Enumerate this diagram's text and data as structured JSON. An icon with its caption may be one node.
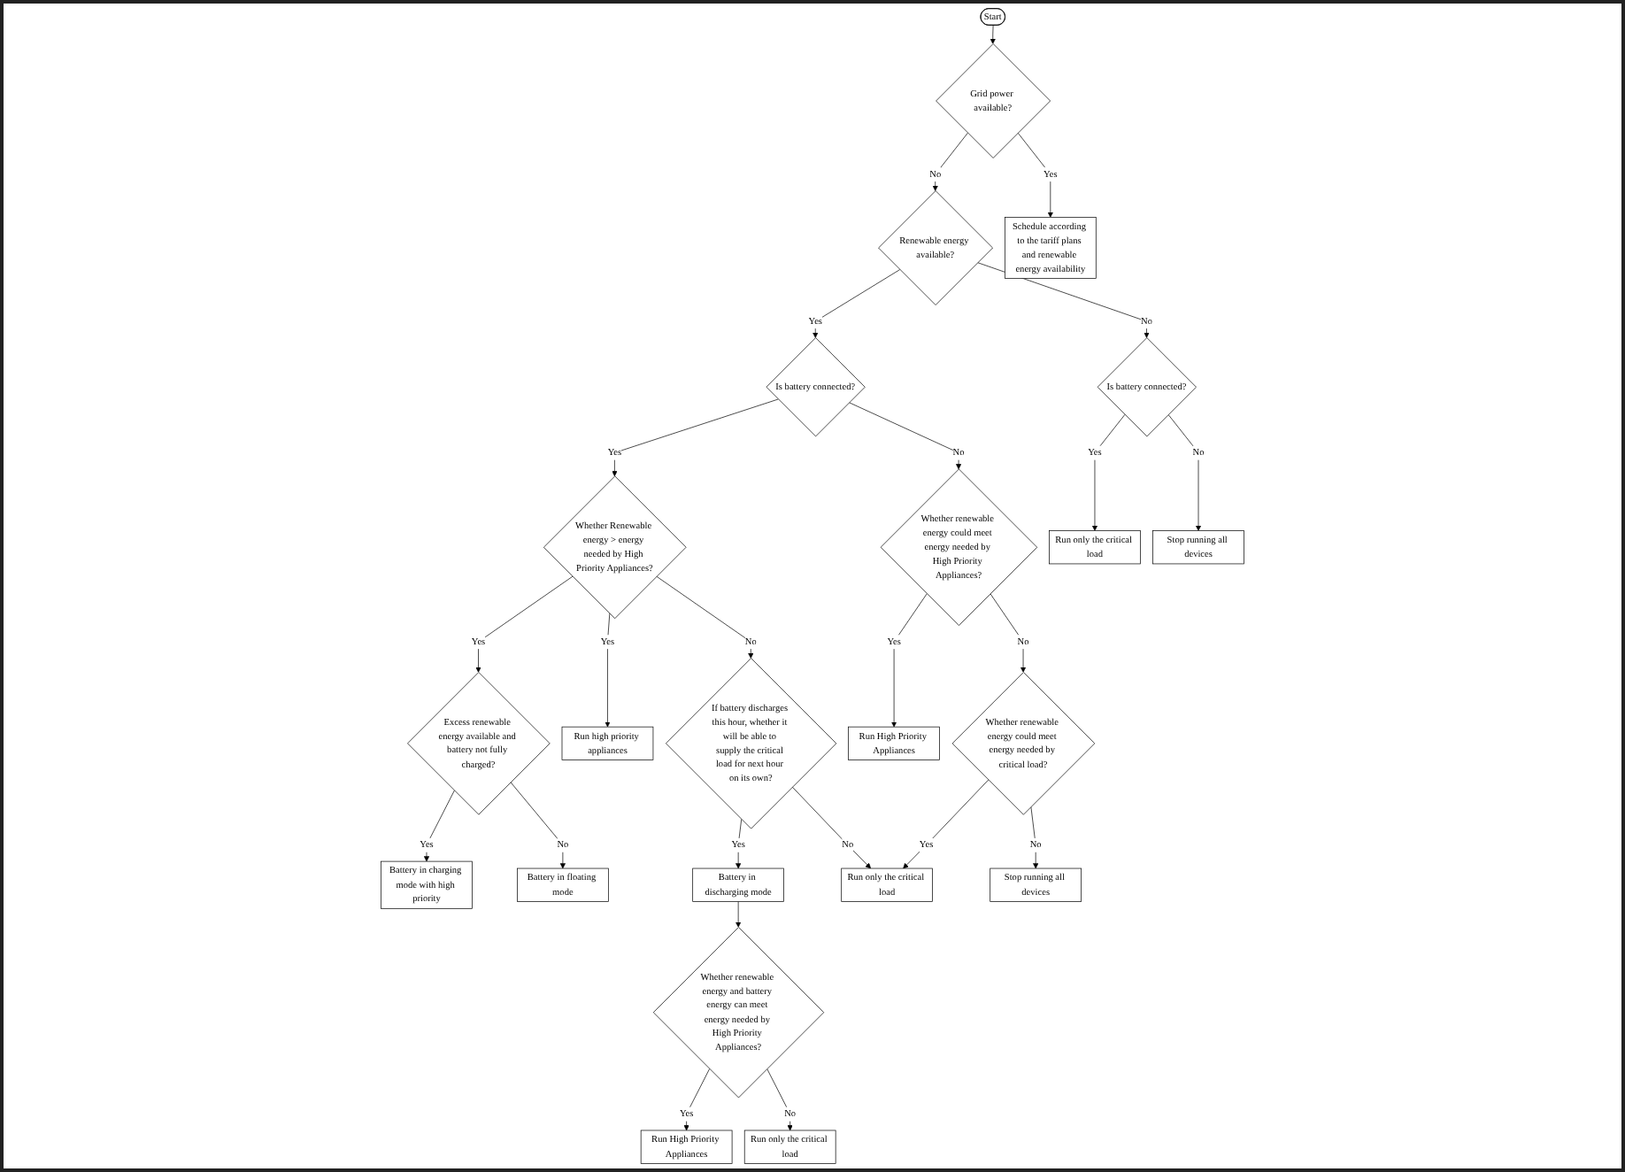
{
  "diagram": {
    "nodes": [
      {
        "text": [
          "Start"
        ]
      },
      {
        "text": [
          "Grid power available?"
        ]
      },
      {
        "text": [
          "Renewable energy available?"
        ]
      },
      {
        "text": [
          "Is battery connected?"
        ]
      },
      {
        "text": [
          "Whether Renewable energy > energy needed by High Priority Appliances?"
        ]
      },
      {
        "text": [
          "Excess renewable energy available and battery not fully charged?"
        ]
      },
      {
        "text": [
          "Battery in charging mode with high priority"
        ]
      },
      {
        "text": [
          "Battery in floating mode"
        ]
      },
      {
        "text": [
          "Run high priority appliances"
        ]
      },
      {
        "text": [
          "Is battery connected?"
        ]
      },
      {
        "text": [
          "Run only the critical load"
        ]
      },
      {
        "text": [
          "Schedule according to the tariff plans and renewable energy availability"
        ]
      },
      {
        "text": [
          "Stop running all devices"
        ]
      },
      {
        "text": [
          "Whether renewable energy could meet energy needed by High Priority Appliances?"
        ]
      },
      {
        "text": [
          "Run High Priority Appliances"
        ]
      },
      {
        "text": [
          "If battery discharges this hour, whether it will be able to supply the critical load for next hour on its own?"
        ]
      },
      {
        "text": [
          "Battery in discharging mode"
        ]
      },
      {
        "text": [
          "Whether renewable energy could meet energy needed by critical load?"
        ]
      },
      {
        "text": [
          "Run only the critical load"
        ]
      },
      {
        "text": [
          "Whether renewable energy and battery energy can meet energy needed by High Priority Appliances?"
        ]
      },
      {
        "text": [
          "Run High Priority Appliances"
        ]
      },
      {
        "text": [
          "Stop running all devices"
        ]
      },
      {
        "text": [
          "Run only the critical load"
        ]
      }
    ],
    "edges": [
      {
        "from": 0,
        "to": 1,
        "arrow": "to"
      },
      {
        "from": 1,
        "to": 2,
        "label": "No",
        "arrow": "to"
      },
      {
        "from": 1,
        "to": 11,
        "label": "Yes",
        "arrow": "to"
      },
      {
        "from": 2,
        "to": 3,
        "label": "Yes",
        "arrow": "to"
      },
      {
        "from": 2,
        "to": 9,
        "label": "No",
        "arrow": "to"
      },
      {
        "from": 3,
        "to": 4,
        "label": "Yes",
        "arrow": "to"
      },
      {
        "from": 3,
        "to": 13,
        "label": "No",
        "arrow": "to"
      },
      {
        "from": 4,
        "to": 5,
        "label": "Yes",
        "arrow": "to"
      },
      {
        "from": 4,
        "to": 8,
        "label": "Yes",
        "arrow": "to"
      },
      {
        "from": 4,
        "to": 15,
        "label": "No",
        "arrow": "to"
      },
      {
        "from": 5,
        "to": 6,
        "label": "Yes",
        "arrow": "to"
      },
      {
        "from": 5,
        "to": 7,
        "label": "No",
        "arrow": "to"
      },
      {
        "from": 9,
        "to": 10,
        "label": "Yes",
        "arrow": "to"
      },
      {
        "from": 9,
        "to": 12,
        "label": "No",
        "arrow": "to"
      },
      {
        "from": 13,
        "to": 14,
        "label": "Yes",
        "arrow": "to"
      },
      {
        "from": 13,
        "to": 17,
        "label": "No",
        "arrow": "to"
      },
      {
        "from": 15,
        "to": 16,
        "label": "Yes",
        "arrow": "to"
      },
      {
        "from": 15,
        "to": 18,
        "label": "No",
        "arrow": "to"
      },
      {
        "from": 16,
        "to": 19,
        "arrow": "to"
      },
      {
        "from": 17,
        "to": 18,
        "label": "Yes",
        "arrow": "to"
      },
      {
        "from": 17,
        "to": 21,
        "label": "No",
        "arrow": "to"
      },
      {
        "from": 19,
        "to": 20,
        "label": "Yes",
        "arrow": "to"
      },
      {
        "from": 19,
        "to": 22,
        "label": "No",
        "arrow": "to"
      }
    ]
  }
}
